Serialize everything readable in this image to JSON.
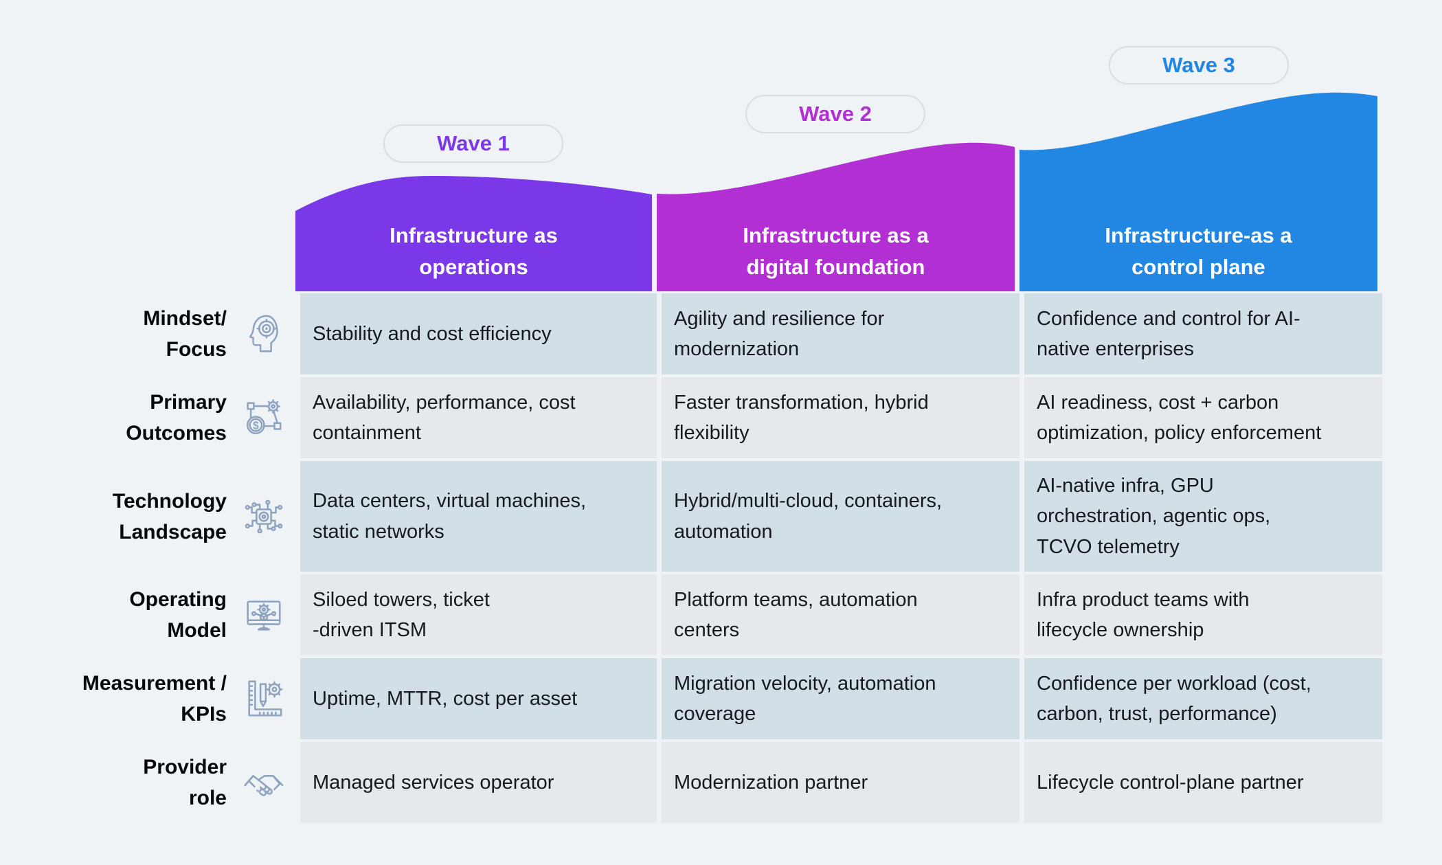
{
  "page": {
    "background": "#eff3f6",
    "cell_dark": "#d2dfe6",
    "cell_light": "#e5e9ed"
  },
  "waves": [
    {
      "pill": "Wave 1",
      "color": "#7a38e8",
      "title": "Infrastructure as\noperations"
    },
    {
      "pill": "Wave 2",
      "color": "#b12fd3",
      "title": "Infrastructure as a\ndigital foundation"
    },
    {
      "pill": "Wave 3",
      "color": "#2286e3",
      "title": "Infrastructure-as a\ncontrol plane"
    }
  ],
  "rows": [
    {
      "label": "Mindset/\nFocus",
      "icon": "head-target-icon",
      "cells": [
        "Stability and cost efficiency",
        "Agility and resilience for\nmodernization",
        "Confidence and control for AI-\nnative enterprises"
      ]
    },
    {
      "label": "Primary\nOutcomes",
      "icon": "dollar-gear-icon",
      "cells": [
        "Availability, performance, cost\ncontainment",
        "Faster transformation, hybrid\nflexibility",
        "AI readiness, cost + carbon\noptimization, policy enforcement"
      ]
    },
    {
      "label": "Technology\nLandscape",
      "icon": "circuit-gear-icon",
      "cells": [
        "Data centers, virtual machines,\nstatic networks",
        "Hybrid/multi-cloud, containers,\nautomation",
        "AI-native infra, GPU\norchestration, agentic ops,\nTCVO telemetry"
      ]
    },
    {
      "label": "Operating\nModel",
      "icon": "monitor-gear-icon",
      "cells": [
        "Siloed towers, ticket\n-driven ITSM",
        "Platform teams, automation\ncenters",
        "Infra product teams with\nlifecycle ownership"
      ]
    },
    {
      "label": "Measurement /\nKPIs",
      "icon": "ruler-pencil-gear-icon",
      "cells": [
        "Uptime, MTTR, cost per asset",
        "Migration velocity, automation\ncoverage",
        "Confidence per workload (cost,\ncarbon, trust, performance)"
      ]
    },
    {
      "label": "Provider\nrole",
      "icon": "handshake-icon",
      "cells": [
        "Managed services operator",
        "Modernization partner",
        "Lifecycle control-plane partner"
      ]
    }
  ]
}
